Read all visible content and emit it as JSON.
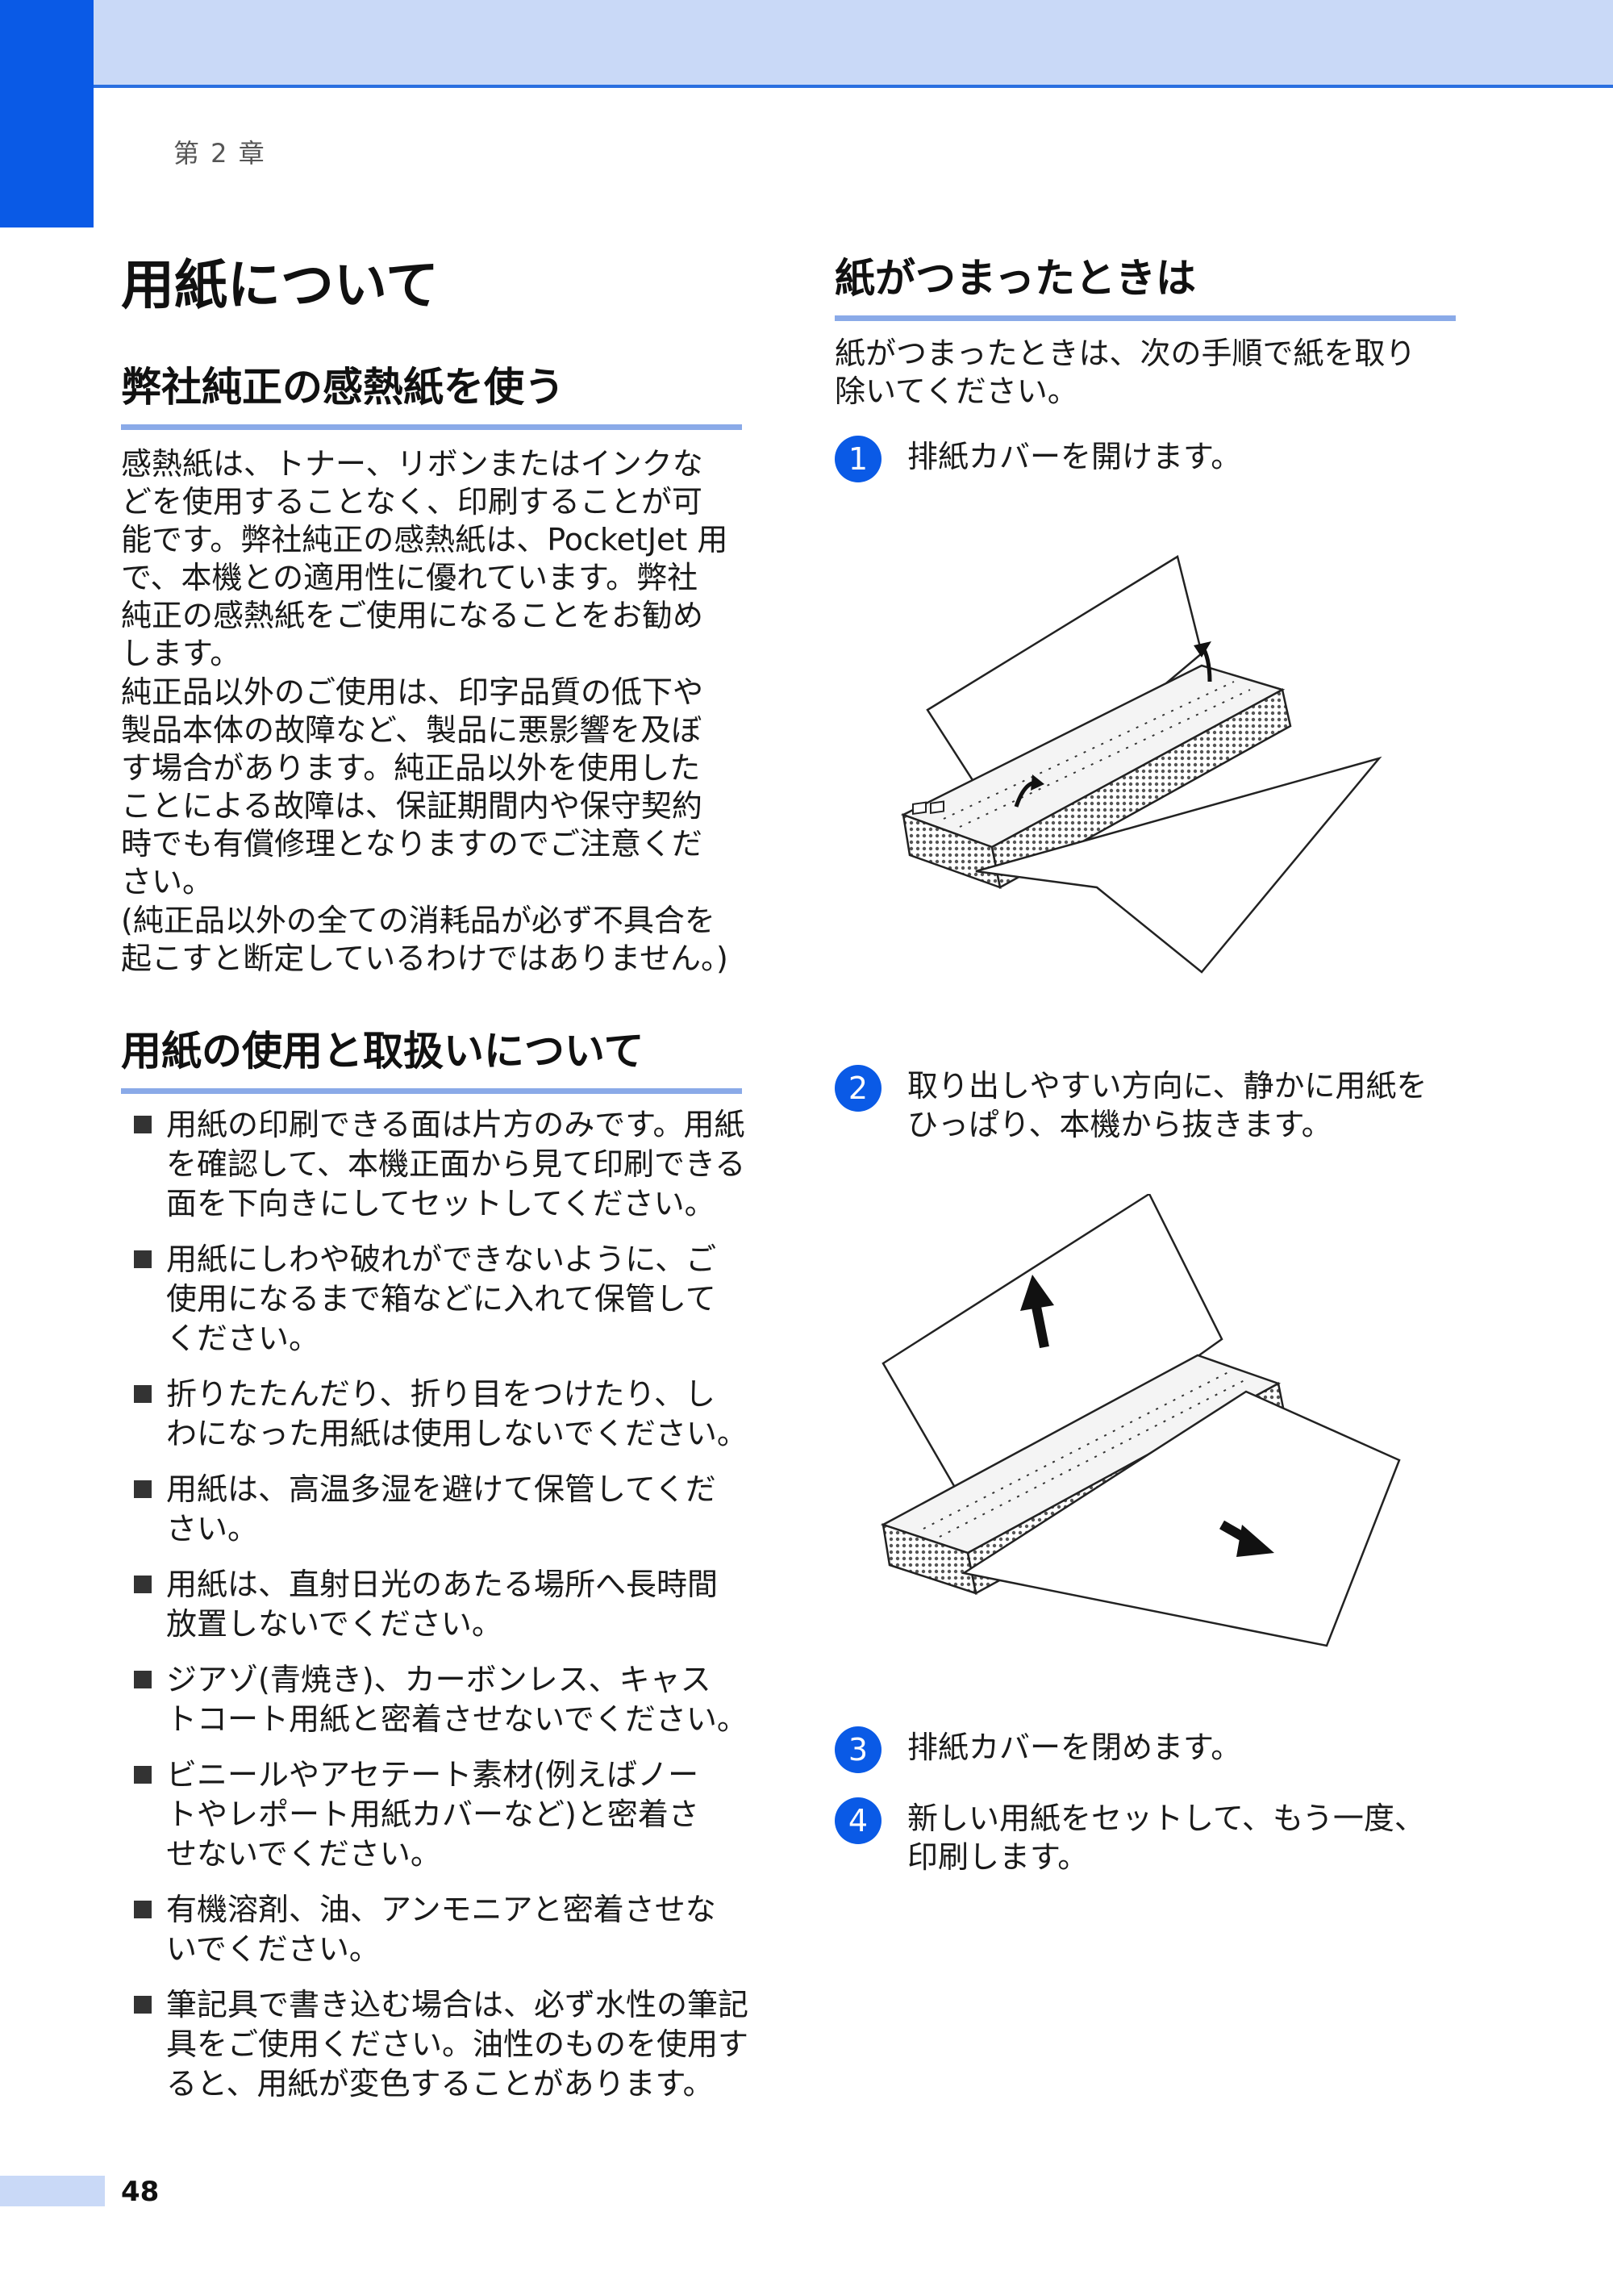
{
  "header": {
    "chapter": "第 2 章"
  },
  "left": {
    "page_title": "用紙について",
    "section1": {
      "heading": "弊社純正の感熱紙を使う",
      "paragraph1": "感熱紙は、トナー、リボンまたはインクな\nどを使用することなく、印刷することが可\n能です。弊社純正の感熱紙は、PocketJet 用\nで、本機との適用性に優れています。弊社\n純正の感熱紙をご使用になることをお勧め\nします。",
      "paragraph2": "純正品以外のご使用は、印字品質の低下や\n製品本体の故障など、製品に悪影響を及ぼ\nす場合があります。純正品以外を使用した\nことによる故障は、保証期間内や保守契約\n時でも有償修理となりますのでご注意くだ\nさい。",
      "paragraph3": "(純正品以外の全ての消耗品が必ず不具合を\n起こすと断定しているわけではありません。)"
    },
    "section2": {
      "heading": "用紙の使用と取扱いについて",
      "bullets": [
        "用紙の印刷できる面は片方のみです。用紙\nを確認して、本機正面から見て印刷できる\n面を下向きにしてセットしてください。",
        "用紙にしわや破れができないように、ご\n使用になるまで箱などに入れて保管して\nください。",
        "折りたたんだり、折り目をつけたり、し\nわになった用紙は使用しないでください。",
        "用紙は、高温多湿を避けて保管してくだ\nさい。",
        "用紙は、直射日光のあたる場所へ長時間\n放置しないでください。",
        "ジアゾ(青焼き)、カーボンレス、キャス\nトコート用紙と密着させないでください。",
        "ビニールやアセテート素材(例えばノー\nトやレポート用紙カバーなど)と密着さ\nせないでください。",
        "有機溶剤、油、アンモニアと密着させな\nいでください。",
        "筆記具で書き込む場合は、必ず水性の筆記\n具をご使用ください。油性のものを使用す\nると、用紙が変色することがあります。"
      ]
    }
  },
  "right": {
    "section": {
      "heading": "紙がつまったときは",
      "intro": "紙がつまったときは、次の手順で紙を取り\n除いてください。"
    },
    "steps": [
      {
        "num": "1",
        "text": "排紙カバーを開けます。"
      },
      {
        "num": "2",
        "text": "取り出しやすい方向に、静かに用紙を\nひっぱり、本機から抜きます。"
      },
      {
        "num": "3",
        "text": "排紙カバーを閉めます。"
      },
      {
        "num": "4",
        "text": "新しい用紙をセットして、もう一度、\n印刷します。"
      }
    ]
  },
  "footer": {
    "page_number": "48"
  }
}
